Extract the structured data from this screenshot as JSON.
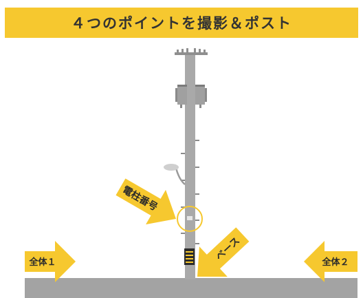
{
  "banner": {
    "title": "４つのポイントを撮影＆ポスト"
  },
  "labels": {
    "pole_number": "電柱番号",
    "base": "ベース",
    "overall_1": "全体１",
    "overall_2": "全体２"
  },
  "colors": {
    "accent_yellow": "#f6c82f",
    "pole_gray": "#a9a9a9",
    "ground_gray": "#a3a3a3",
    "text_dark": "#2b2b2b"
  }
}
